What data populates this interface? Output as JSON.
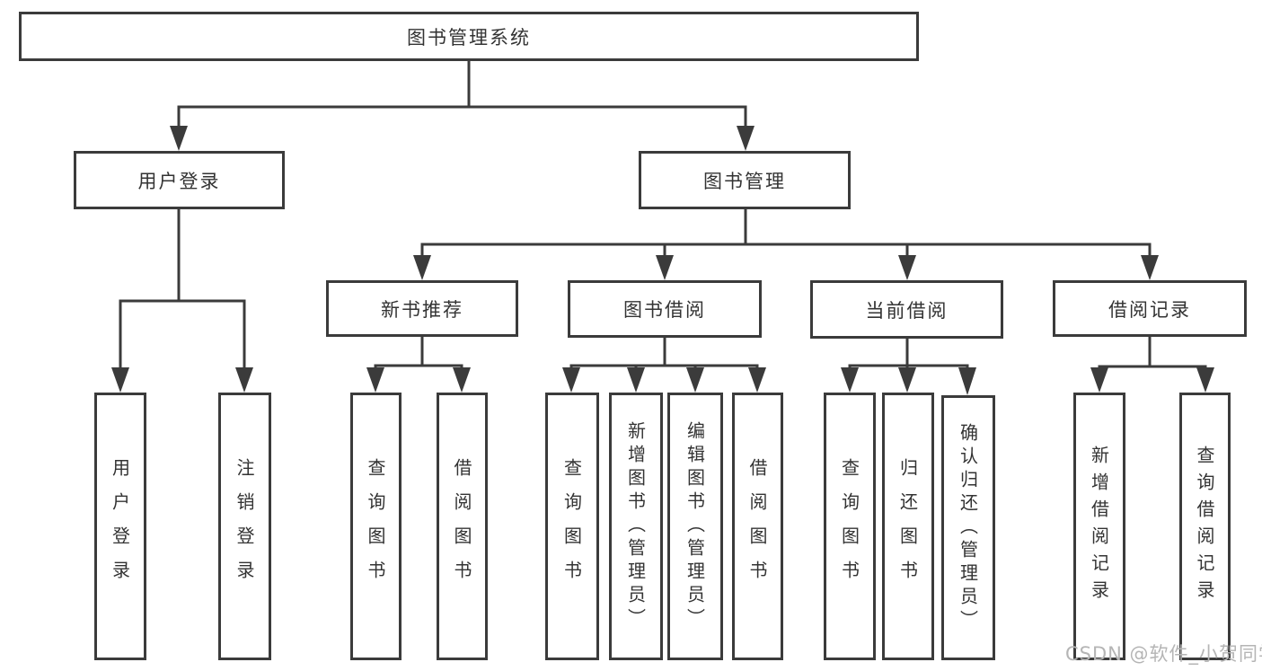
{
  "colors": {
    "line": "#3b3b3b",
    "text": "#333333",
    "watermark": "#b5b5b5"
  },
  "tree": {
    "label": "图书管理系统",
    "children": [
      {
        "label": "用户登录",
        "children": [
          {
            "label": "用户登录"
          },
          {
            "label": "注销登录"
          }
        ]
      },
      {
        "label": "图书管理",
        "children": [
          {
            "label": "新书推荐",
            "children": [
              {
                "label": "查询图书"
              },
              {
                "label": "借阅图书"
              }
            ]
          },
          {
            "label": "图书借阅",
            "children": [
              {
                "label": "查询图书"
              },
              {
                "label": "新增图书（管理员）"
              },
              {
                "label": "编辑图书（管理员）"
              },
              {
                "label": "借阅图书"
              }
            ]
          },
          {
            "label": "当前借阅",
            "children": [
              {
                "label": "查询图书"
              },
              {
                "label": "归还图书"
              },
              {
                "label": "确认归还（管理员）"
              }
            ]
          },
          {
            "label": "借阅记录",
            "children": [
              {
                "label": "新增借阅记录"
              },
              {
                "label": "查询借阅记录"
              }
            ]
          }
        ]
      }
    ]
  },
  "watermark": {
    "text": "CSDN @软件_小贺同学"
  }
}
